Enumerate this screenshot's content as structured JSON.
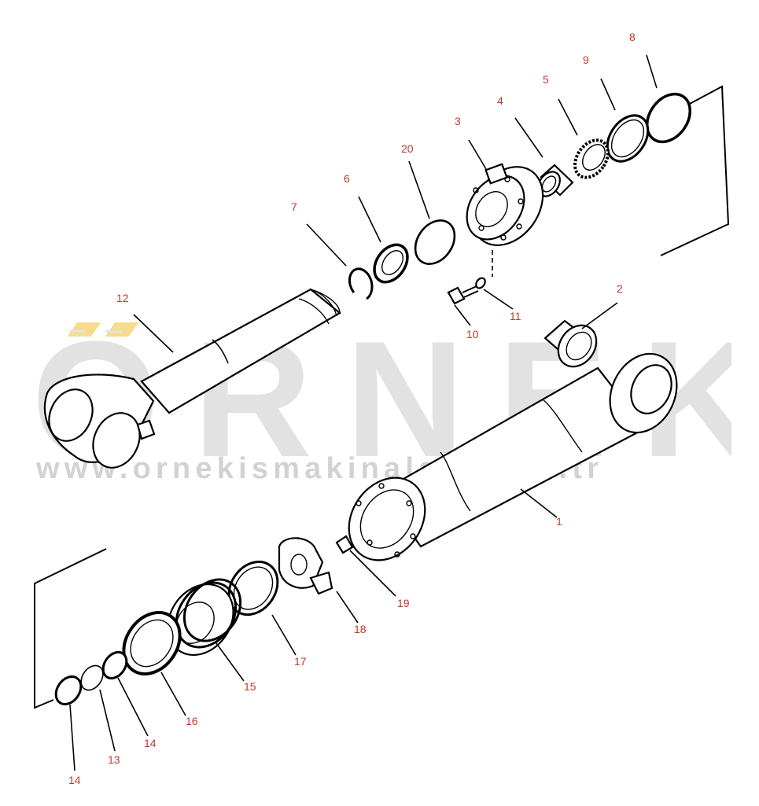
{
  "watermark": {
    "word": "ÖRNEK",
    "url": "www.ornekismakinalari.com.tr"
  },
  "callouts": [
    {
      "id": "c8",
      "text": "8"
    },
    {
      "id": "c9",
      "text": "9"
    },
    {
      "id": "c5",
      "text": "5"
    },
    {
      "id": "c4",
      "text": "4"
    },
    {
      "id": "c3",
      "text": "3"
    },
    {
      "id": "c20",
      "text": "20"
    },
    {
      "id": "c6",
      "text": "6"
    },
    {
      "id": "c7",
      "text": "7"
    },
    {
      "id": "c12",
      "text": "12"
    },
    {
      "id": "c10",
      "text": "10"
    },
    {
      "id": "c11",
      "text": "11"
    },
    {
      "id": "c2",
      "text": "2"
    },
    {
      "id": "c1",
      "text": "1"
    },
    {
      "id": "c19",
      "text": "19"
    },
    {
      "id": "c18",
      "text": "18"
    },
    {
      "id": "c17",
      "text": "17"
    },
    {
      "id": "c15",
      "text": "15"
    },
    {
      "id": "c16",
      "text": "16"
    },
    {
      "id": "c14a",
      "text": "14"
    },
    {
      "id": "c13",
      "text": "13"
    },
    {
      "id": "c14b",
      "text": "14"
    }
  ],
  "colors": {
    "callout": "#c0392b",
    "watermark": "#e2e2e2",
    "watermark_accent": "#f6dc8c"
  }
}
